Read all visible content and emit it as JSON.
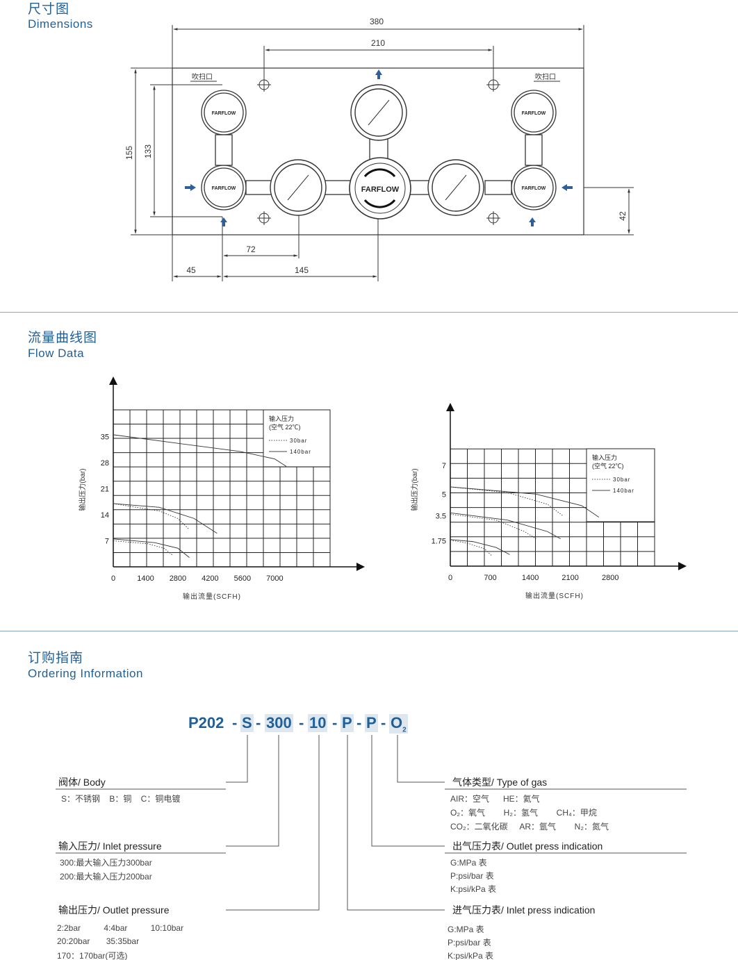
{
  "sections": {
    "dimensions": {
      "title_cn": "尺寸图",
      "title_en": "Dimensions"
    },
    "flow": {
      "title_cn": "流量曲线图",
      "title_en": "Flow Data"
    },
    "ordering": {
      "title_cn": "订购指南",
      "title_en": "Ordering Information"
    }
  },
  "drawing": {
    "dims": {
      "width": "380",
      "mount_spacing": "210",
      "height": "155",
      "inner_height": "133",
      "right_height": "42",
      "d72": "72",
      "d45": "45",
      "d145": "145"
    },
    "purge_label": "吹扫口",
    "brand": "FARFLOW"
  },
  "chart_data": [
    {
      "type": "line",
      "ylabel": "输出压力(bar)",
      "xlabel": "输出流量(SCFH)",
      "x_ticks": [
        "0",
        "1400",
        "2800",
        "4200",
        "5600",
        "7000"
      ],
      "y_ticks": [
        "7",
        "14",
        "21",
        "28",
        "35"
      ],
      "legend_title": "输入压力",
      "legend_subtitle": "(空气 22℃)",
      "legend": [
        "30bar",
        "140bar"
      ],
      "legend_placement": "top-right",
      "grid": true,
      "series": [
        {
          "name": "140bar",
          "style": "solid",
          "curves": [
            [
              [
                0,
                35.5
              ],
              [
                5500,
                31
              ],
              [
                7000,
                29
              ],
              [
                7500,
                27
              ]
            ],
            [
              [
                0,
                17
              ],
              [
                2000,
                16
              ],
              [
                3500,
                13
              ],
              [
                4500,
                9
              ]
            ],
            [
              [
                0,
                7.5
              ],
              [
                1800,
                6.5
              ],
              [
                2800,
                5
              ],
              [
                3300,
                2.5
              ]
            ]
          ]
        },
        {
          "name": "30bar",
          "style": "dotted",
          "curves": [
            [
              [
                0,
                17
              ],
              [
                2000,
                15
              ],
              [
                2800,
                13
              ],
              [
                3300,
                10
              ]
            ],
            [
              [
                0,
                7
              ],
              [
                1500,
                6.2
              ],
              [
                2200,
                5
              ],
              [
                2600,
                3
              ]
            ]
          ]
        }
      ]
    },
    {
      "type": "line",
      "ylabel": "输出压力(bar)",
      "xlabel": "输出流量(SCFH)",
      "x_ticks": [
        "0",
        "700",
        "1400",
        "2100",
        "2800"
      ],
      "y_ticks": [
        "1.75",
        "3.5",
        "5",
        "7"
      ],
      "legend_title": "输入压力",
      "legend_subtitle": "(空气 22℃)",
      "legend": [
        "30bar",
        "140bar"
      ],
      "legend_placement": "top-right",
      "grid": true,
      "series": [
        {
          "name": "140bar",
          "style": "solid",
          "curves": [
            [
              [
                0,
                5.5
              ],
              [
                1500,
                5
              ],
              [
                2300,
                4.2
              ],
              [
                2600,
                3.4
              ]
            ],
            [
              [
                0,
                3.7
              ],
              [
                1000,
                3.2
              ],
              [
                1700,
                2.4
              ],
              [
                1930,
                1.9
              ]
            ],
            [
              [
                0,
                1.85
              ],
              [
                400,
                1.7
              ],
              [
                800,
                1.3
              ],
              [
                1040,
                0.8
              ]
            ]
          ]
        },
        {
          "name": "30bar",
          "style": "dotted",
          "curves": [
            [
              [
                0,
                5.5
              ],
              [
                1000,
                5.1
              ],
              [
                1700,
                4.3
              ],
              [
                1970,
                3.5
              ]
            ],
            [
              [
                0,
                3.6
              ],
              [
                800,
                3.2
              ],
              [
                1300,
                2.4
              ],
              [
                1500,
                1.9
              ]
            ],
            [
              [
                0,
                1.8
              ],
              [
                300,
                1.6
              ],
              [
                600,
                1.2
              ],
              [
                730,
                0.7
              ]
            ]
          ]
        }
      ]
    }
  ],
  "ordering": {
    "code": {
      "p1": "P202",
      "p2": "S",
      "p3": "300",
      "p4": "10",
      "p5": "P",
      "p6": "P",
      "p7": "O",
      "p7sub": "2",
      "sep": "-"
    },
    "body": {
      "header": "阀体/ Body",
      "lines": [
        "S：不锈钢    B：铜    C：铜电镀"
      ]
    },
    "inlet_pressure": {
      "header": "输入压力/ Inlet pressure",
      "lines": [
        "300:最大输入压力300bar",
        "200:最大输入压力200bar"
      ]
    },
    "outlet_pressure": {
      "header": "输出压力/ Outlet pressure",
      "lines": [
        "2:2bar          4:4bar          10:10bar",
        "20:20bar       35:35bar",
        "170：170bar(可选)"
      ]
    },
    "gas_type": {
      "header": "气体类型/ Type of gas",
      "lines": [
        "AIR：空气      HE：氦气",
        "O₂：氧气        H₂：氢气        CH₄：甲烷",
        "CO₂：二氧化碳     AR：氩气        N₂：氮气"
      ]
    },
    "outlet_indication": {
      "header": "出气压力表/ Outlet press indication",
      "lines": [
        "G:MPa 表",
        "P:psi/bar 表",
        "K:psi/kPa 表"
      ]
    },
    "inlet_indication": {
      "header": "进气压力表/ Inlet press indication",
      "lines": [
        "G:MPa 表",
        "P:psi/bar 表",
        "K:psi/kPa 表"
      ]
    }
  }
}
